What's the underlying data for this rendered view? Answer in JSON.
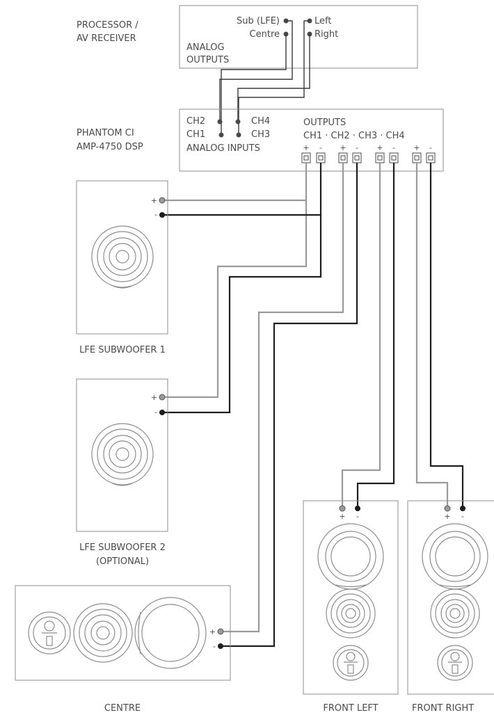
{
  "processor": {
    "label_line1": "PROCESSOR /",
    "label_line2": "AV RECEIVER",
    "sub_label": "Sub (LFE)",
    "centre_label": "Centre",
    "left_label": "Left",
    "right_label": "Right",
    "outputs_line1": "ANALOG",
    "outputs_line2": "OUTPUTS"
  },
  "amp": {
    "label_line1": "PHANTOM CI",
    "label_line2": "AMP-4750 DSP",
    "ch2": "CH2",
    "ch1": "CH1",
    "ch4": "CH4",
    "ch3": "CH3",
    "inputs_label": "ANALOG INPUTS",
    "outputs_label": "OUTPUTS",
    "outputs_channels": "CH1 · CH2 · CH3 · CH4",
    "plus": "+",
    "minus": "-"
  },
  "speakers": {
    "sub1": "LFE SUBWOOFER 1",
    "sub2_line1": "LFE SUBWOOFER 2",
    "sub2_line2": "(OPTIONAL)",
    "centre": "CENTRE",
    "front_left": "FRONT LEFT",
    "front_right": "FRONT RIGHT"
  },
  "colors": {
    "positive_wire": "#9a9a9a",
    "negative_wire": "#1e1e1e",
    "outline": "#8c8c8c"
  }
}
